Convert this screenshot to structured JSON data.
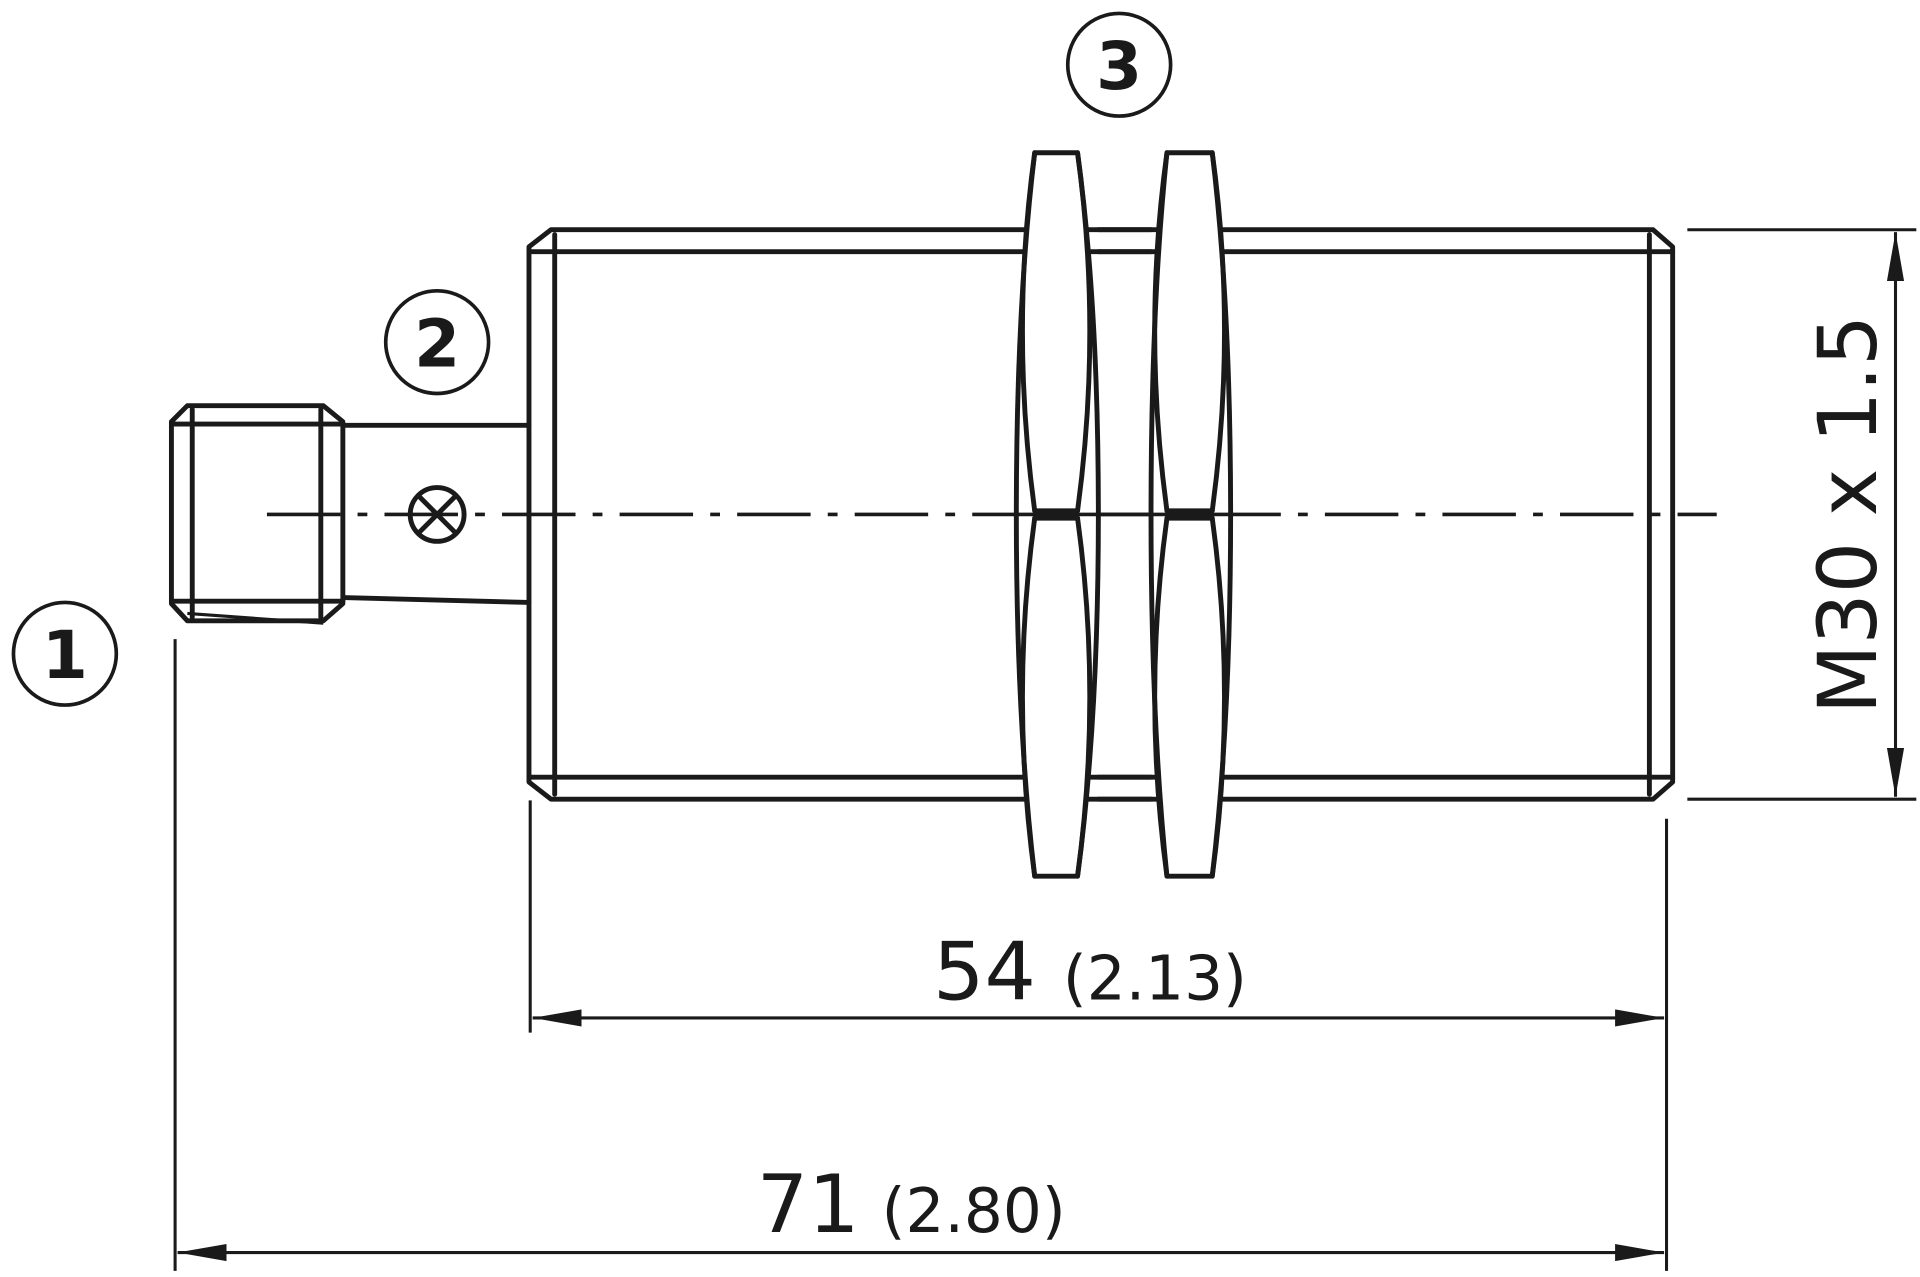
{
  "callouts": {
    "connector": "1",
    "ground": "2",
    "nuts": "3"
  },
  "dimensions": {
    "thread_length_mm": "54",
    "thread_length_in": "(2.13)",
    "total_length_mm": "71",
    "total_length_in": "(2.80)",
    "thread_spec": "M30 x 1.5"
  },
  "colors": {
    "line": "#1a1a1a",
    "background": "#ffffff"
  }
}
